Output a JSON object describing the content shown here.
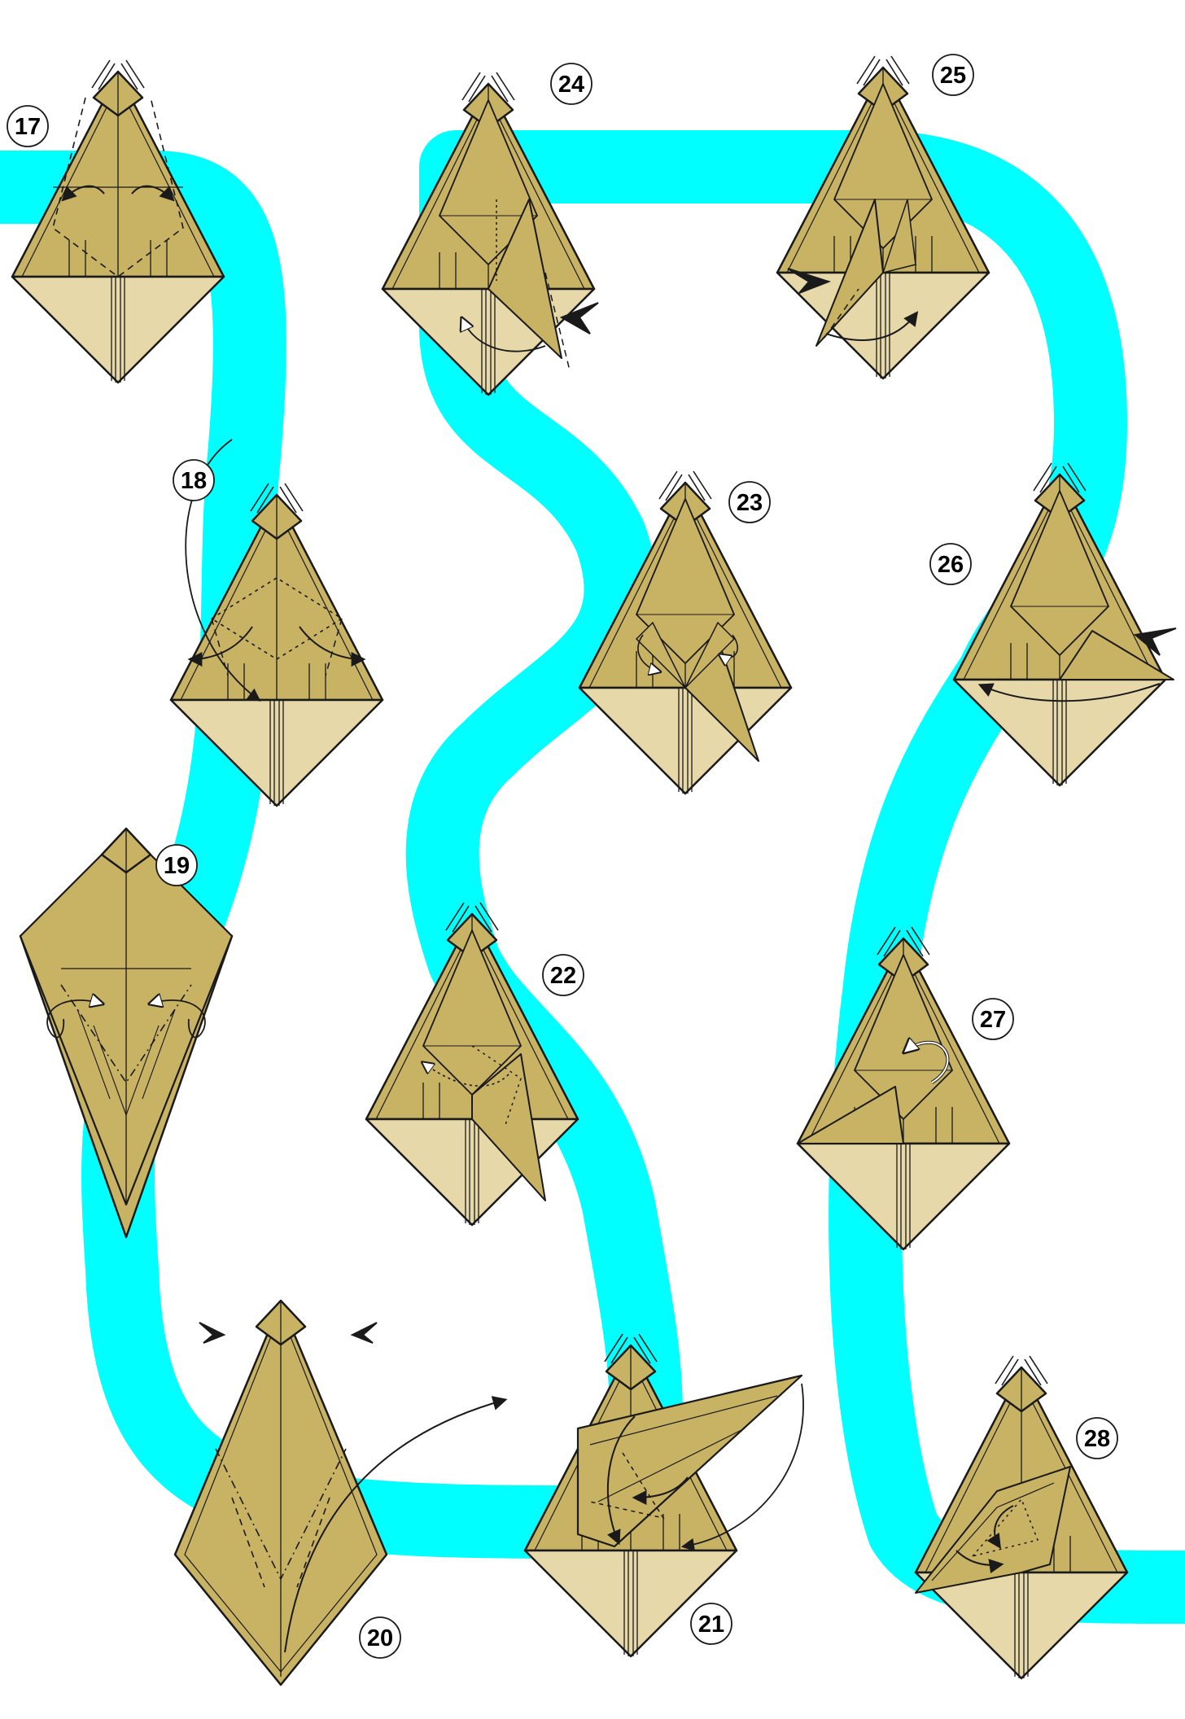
{
  "diagram": {
    "colors": {
      "background": "#ffffff",
      "path_band": "#00ffff",
      "paper_front": "#c8b264",
      "paper_back": "#e6d8a8",
      "outline": "#1a1a1a"
    },
    "steps": [
      {
        "number": "17",
        "arrow_icons": [
          "arrow-valley-fold-icon",
          "arrow-valley-fold-icon"
        ]
      },
      {
        "number": "18",
        "arrow_icons": [
          "arrow-valley-fold-icon",
          "arrow-valley-fold-icon",
          "arrow-valley-fold-icon"
        ]
      },
      {
        "number": "19",
        "arrow_icons": [
          "arrow-mountain-fold-icon",
          "arrow-mountain-fold-icon"
        ]
      },
      {
        "number": "20",
        "arrow_icons": [
          "arrow-push-icon",
          "arrow-push-icon",
          "arrow-valley-fold-icon"
        ]
      },
      {
        "number": "21",
        "arrow_icons": [
          "arrow-valley-fold-icon",
          "arrow-valley-fold-icon",
          "arrow-valley-fold-icon"
        ]
      },
      {
        "number": "22",
        "arrow_icons": [
          "arrow-mountain-fold-icon"
        ]
      },
      {
        "number": "23",
        "arrow_icons": [
          "arrow-mountain-fold-icon",
          "arrow-mountain-fold-icon"
        ]
      },
      {
        "number": "24",
        "arrow_icons": [
          "arrow-push-icon",
          "arrow-mountain-fold-icon"
        ]
      },
      {
        "number": "25",
        "arrow_icons": [
          "arrow-push-icon",
          "arrow-valley-fold-icon"
        ]
      },
      {
        "number": "26",
        "arrow_icons": [
          "arrow-push-icon",
          "arrow-valley-fold-icon"
        ]
      },
      {
        "number": "27",
        "arrow_icons": [
          "arrow-turn-over-icon"
        ]
      },
      {
        "number": "28",
        "arrow_icons": [
          "arrow-valley-fold-icon",
          "arrow-valley-fold-icon"
        ]
      }
    ]
  }
}
